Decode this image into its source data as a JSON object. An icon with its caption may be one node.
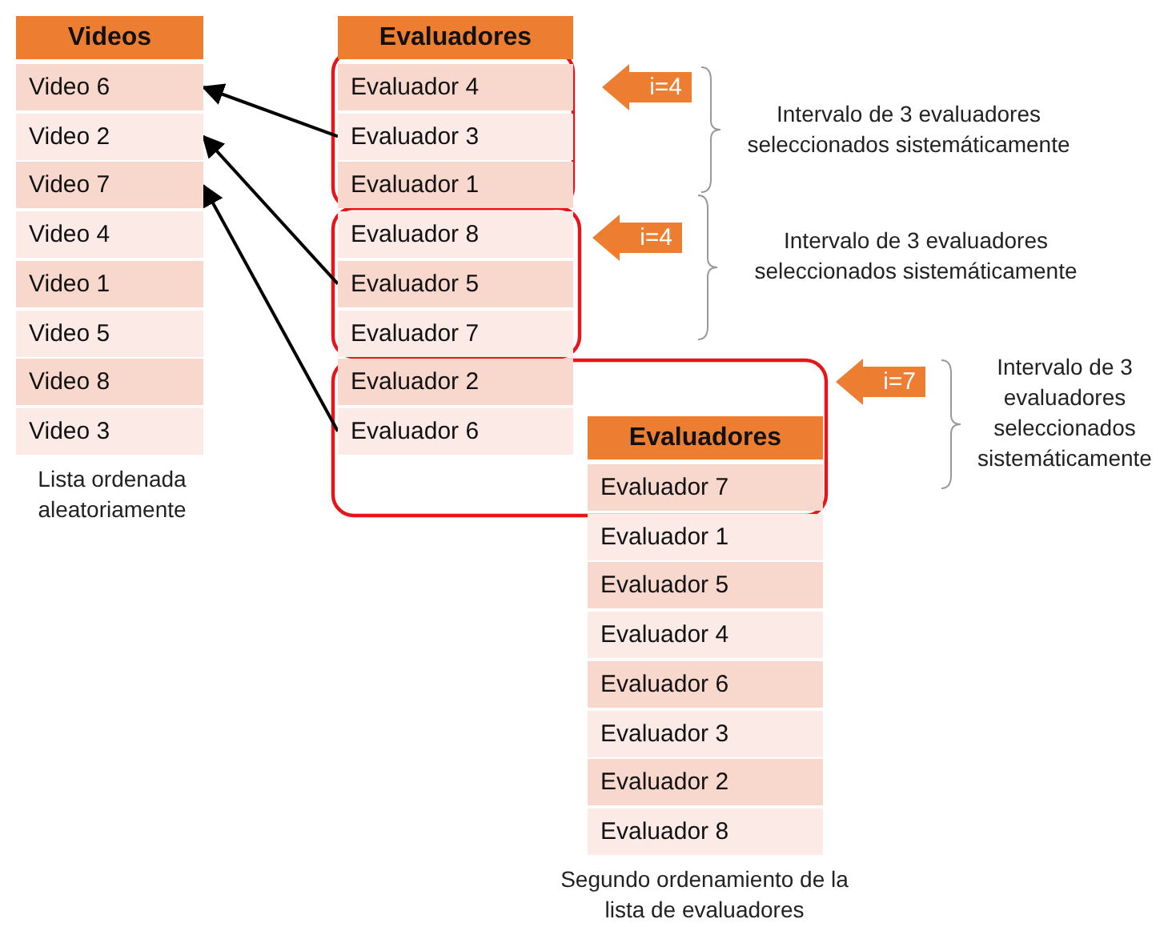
{
  "diagram": {
    "nodes": [
      {
        "text": [
          "Videos"
        ]
      },
      {
        "text": [
          "Video 6"
        ]
      },
      {
        "text": [
          "Video 2"
        ]
      },
      {
        "text": [
          "Video 7"
        ]
      },
      {
        "text": [
          "Video 4"
        ]
      },
      {
        "text": [
          "Video 1"
        ]
      },
      {
        "text": [
          "Video 5"
        ]
      },
      {
        "text": [
          "Video 8"
        ]
      },
      {
        "text": [
          "Video 3"
        ]
      },
      {
        "text": [
          "Evaluadores"
        ]
      },
      {
        "text": [
          "Evaluador 4"
        ]
      },
      {
        "text": [
          "Evaluador 3"
        ]
      },
      {
        "text": [
          "Evaluador 1"
        ]
      },
      {
        "text": [
          "Evaluador 8"
        ]
      },
      {
        "text": [
          "Evaluador 5"
        ]
      },
      {
        "text": [
          "Evaluador 7"
        ]
      },
      {
        "text": [
          "Evaluador 2"
        ]
      },
      {
        "text": [
          "Evaluador 6"
        ]
      },
      {
        "text": [
          "i=4"
        ]
      },
      {
        "text": [
          "i=4"
        ]
      },
      {
        "text": [
          "i=7"
        ]
      },
      {
        "text": [
          "Evaluadores"
        ]
      },
      {
        "text": [
          "Evaluador 7"
        ]
      },
      {
        "text": [
          "Evaluador 1"
        ]
      },
      {
        "text": [
          "Evaluador 5"
        ]
      },
      {
        "text": [
          "Evaluador 4"
        ]
      },
      {
        "text": [
          "Evaluador 6"
        ]
      },
      {
        "text": [
          "Evaluador 3"
        ]
      },
      {
        "text": [
          "Evaluador 2"
        ]
      },
      {
        "text": [
          "Evaluador 8"
        ]
      }
    ],
    "edges": [
      {
        "from": 11,
        "to": 1,
        "arrow": "to"
      },
      {
        "from": 14,
        "to": 2,
        "arrow": "to"
      },
      {
        "from": 17,
        "to": 3,
        "arrow": "to"
      }
    ],
    "labels": [
      "Intervalo de 3 evaluadores seleccionados sistemáticamente",
      "Intervalo de 3 evaluadores seleccionados sistemáticamente",
      "Lista ordenada aleatoriamente",
      "Intervalo de 3 evaluadores seleccionados sistemáticamente",
      "Segundo ordenamiento de la lista de evaluadores"
    ]
  }
}
